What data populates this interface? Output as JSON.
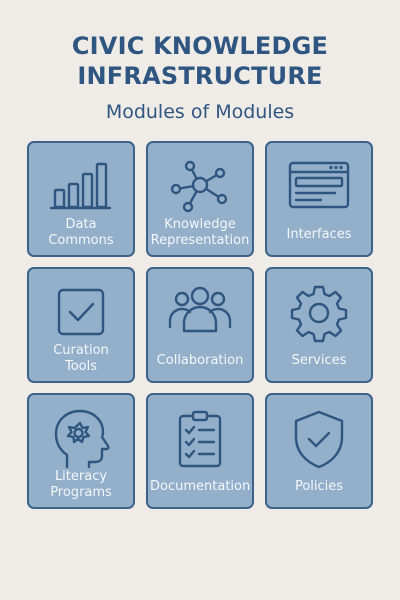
{
  "title_line1": "CIVIC KNOWLEDGE",
  "title_line2": "INFRASTRUCTURE",
  "subtitle": "Modules of Modules",
  "modules": [
    {
      "line1": "Data",
      "line2": "Commons",
      "icon": "bar-chart-icon"
    },
    {
      "line1": "Knowledge",
      "line2": "Representation",
      "icon": "network-icon"
    },
    {
      "line1": "Interfaces",
      "line2": "",
      "icon": "browser-window-icon"
    },
    {
      "line1": "Curation",
      "line2": "Tools",
      "icon": "checkbox-icon"
    },
    {
      "line1": "Collaboration",
      "line2": "",
      "icon": "people-group-icon"
    },
    {
      "line1": "Services",
      "line2": "",
      "icon": "gear-icon"
    },
    {
      "line1": "Literacy",
      "line2": "Programs",
      "icon": "head-idea-icon"
    },
    {
      "line1": "Documentation",
      "line2": "",
      "icon": "clipboard-checklist-icon"
    },
    {
      "line1": "Policies",
      "line2": "",
      "icon": "shield-check-icon"
    }
  ],
  "colors": {
    "background": "#efece8",
    "card_fill": "#93afc9",
    "card_border": "#3e6388",
    "heading": "#2f5680",
    "label_text": "#f4f7fb"
  }
}
